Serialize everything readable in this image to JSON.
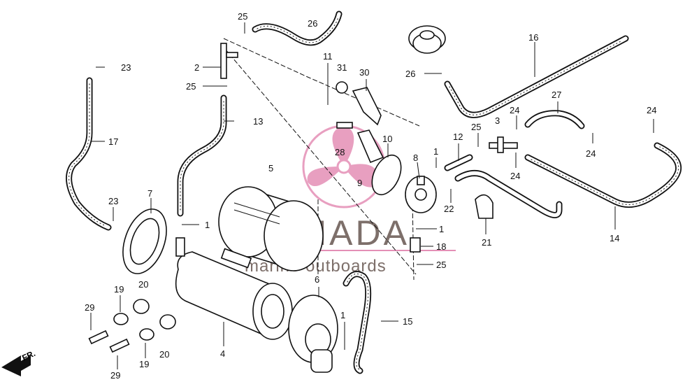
{
  "callouts": {
    "c1a": "1",
    "c1b": "1",
    "c1c": "1",
    "c1d": "1",
    "c2": "2",
    "c3": "3",
    "c4": "4",
    "c5": "5",
    "c6": "6",
    "c7": "7",
    "c8": "8",
    "c9": "9",
    "c10": "10",
    "c11": "11",
    "c12": "12",
    "c13": "13",
    "c14": "14",
    "c15": "15",
    "c16": "16",
    "c17": "17",
    "c18": "18",
    "c19a": "19",
    "c19b": "19",
    "c20a": "20",
    "c20b": "20",
    "c21": "21",
    "c22": "22",
    "c23a": "23",
    "c23b": "23",
    "c24a": "24",
    "c24b": "24",
    "c24c": "24",
    "c24d": "24",
    "c25a": "25",
    "c25b": "25",
    "c25c": "25",
    "c25d": "25",
    "c26a": "26",
    "c26b": "26",
    "c27": "27",
    "c28": "28",
    "c29a": "29",
    "c29b": "29",
    "c30": "30",
    "c31": "31"
  },
  "front_marker": "FR.",
  "watermark": {
    "brand": "ARMADA",
    "tagline": "marine outboards",
    "color": "#e48fb6"
  }
}
